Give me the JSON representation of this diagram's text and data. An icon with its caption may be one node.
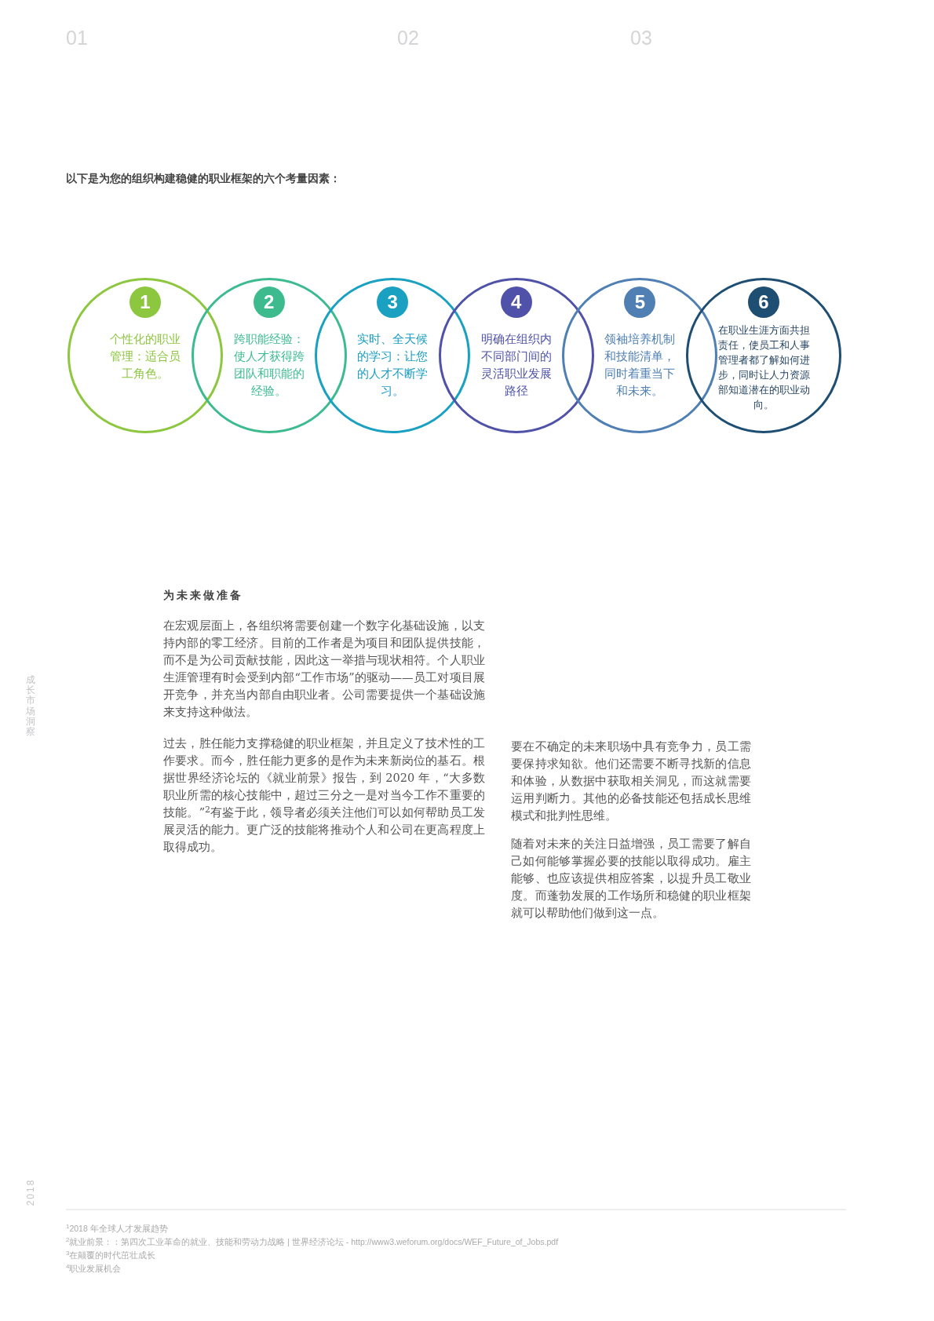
{
  "diagram": {
    "nodes": [
      {
        "text": [
          "1",
          "个性化的职业管理：适合员工角色。"
        ]
      },
      {
        "text": [
          "2",
          "跨职能经验：使人才获得跨团队和职能的经验。"
        ]
      },
      {
        "text": [
          "3",
          "实时、全天候的学习：让您的人才不断学习。"
        ]
      },
      {
        "text": [
          "4",
          "明确在组织内不同部门间的灵活职业发展路径"
        ]
      },
      {
        "text": [
          "5",
          "领袖培养机制和技能清单，同时着重当下和未来。"
        ]
      },
      {
        "text": [
          "6",
          "在职业生涯方面共担责任，使员工和人事管理者都了解如何进步，同时让人力资源部知道潜在的职业动向。"
        ]
      }
    ],
    "labels": [
      "01",
      "02",
      "03",
      "以下是为您的组织构建稳健的职业框架的六个考量因素：",
      "为未来做准备",
      "在宏观层面上，各组织将需要创建一个数字化基础设施，以支持内部的零工经济。目前的工作者是为项目和团队提供技能，而不是为公司贡献技能，因此这一举措与现状相符。个人职业生涯管理有时会受到内部“工作市场”的驱动——员工对项目展开竞争，并充当内部自由职业者。公司需要提供一个基础设施来支持这种做法。",
      "过去，胜任能力支撑稳健的职业框架，并且定义了技术性的工作要求。而今，胜任能力更多的是作为未来新岗位的基石。根据世界经济论坛的《就业前景》报告，到 2020 年，“大多数职业所需的核心技能中，超过三分之一是对当今工作不重要的技能。”$^{2}$有鉴于此，领导者必须关注他们可以如何帮助员工发展灵活的能力。更广泛的技能将推动个人和公司在更高程度上取得成功。",
      "要在不确定的未来职场中具有竞争力，员工需要保持求知欲。他们还需要不断寻找新的信息和体验，从数据中获取相关洞见，而这就需要运用判断力。其他的必备技能还包括成长思维模式和批判性思维。",
      "随着对未来的关注日益增强，员工需要了解自己如何能够掌握必要的技能以取得成功。雇主能够、也应该提供相应答案，以提升员工敬业度。而蓬勃发展的工作场所和稳健的职业框架就可以帮助他们做到这一点。",
      "成长市场洞察",
      "2018",
      "$^{1}$2018 年全球人才发展趋势",
      "$^{2}$就业前景：：第四次工业革命的就业、技能和劳动力战略 | 世界经济论坛 - http://www3.weforum.org/docs/WEF_Future_of_Jobs.pdf",
      "$^{3}$在颠覆的时代茁壮成长",
      "$^{4}$职业发展机会"
    ]
  }
}
